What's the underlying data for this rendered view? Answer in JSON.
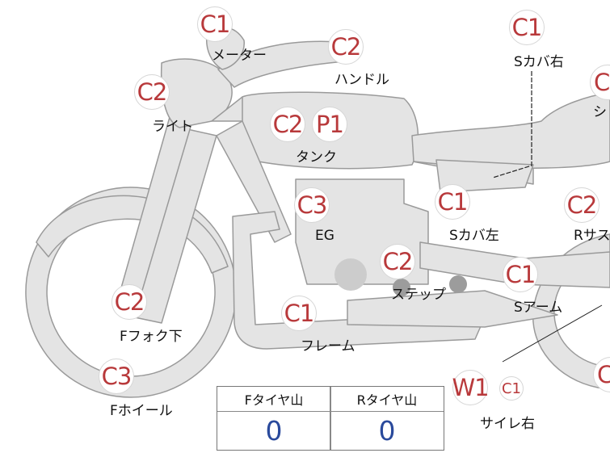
{
  "parts": [
    {
      "id": "meter",
      "codes": [
        "C1"
      ],
      "label": "メーター"
    },
    {
      "id": "handle",
      "codes": [
        "C2"
      ],
      "label": "ハンドル"
    },
    {
      "id": "light",
      "codes": [
        "C2"
      ],
      "label": "ライト"
    },
    {
      "id": "tank",
      "codes": [
        "C2",
        "P1"
      ],
      "label": "タンク"
    },
    {
      "id": "engine",
      "codes": [
        "C3"
      ],
      "label": "EG"
    },
    {
      "id": "step",
      "codes": [
        "C2"
      ],
      "label": "ステップ"
    },
    {
      "id": "frame",
      "codes": [
        "C1"
      ],
      "label": "フレーム"
    },
    {
      "id": "front-fork-lower",
      "codes": [
        "C2"
      ],
      "label": "Fフォク下"
    },
    {
      "id": "front-wheel",
      "codes": [
        "C3"
      ],
      "label": "Fホイール"
    },
    {
      "id": "side-cover-right",
      "codes": [
        "C1"
      ],
      "label": "Sカバ右"
    },
    {
      "id": "side-cover-left",
      "codes": [
        "C1"
      ],
      "label": "Sカバ左"
    },
    {
      "id": "swing-arm",
      "codes": [
        "C1"
      ],
      "label": "Sアーム"
    },
    {
      "id": "muffler-right",
      "codes": [
        "W1",
        "C1"
      ],
      "label": "サイレ右"
    },
    {
      "id": "rear-suspension",
      "codes": [
        "C2"
      ],
      "label": "Rサス"
    },
    {
      "id": "seat",
      "codes": [
        "C"
      ],
      "label": "シ"
    },
    {
      "id": "rear-wheel",
      "codes": [
        "C"
      ],
      "label": ""
    }
  ],
  "tire_table": {
    "front_header": "Fタイヤ山",
    "rear_header": "Rタイヤ山",
    "front_value": "0",
    "rear_value": "0"
  },
  "colors": {
    "badge_text": "#b8393b",
    "bike_fill": "#e4e4e4",
    "bike_stroke": "#9a9a9a",
    "table_value": "#2a4a9c"
  }
}
